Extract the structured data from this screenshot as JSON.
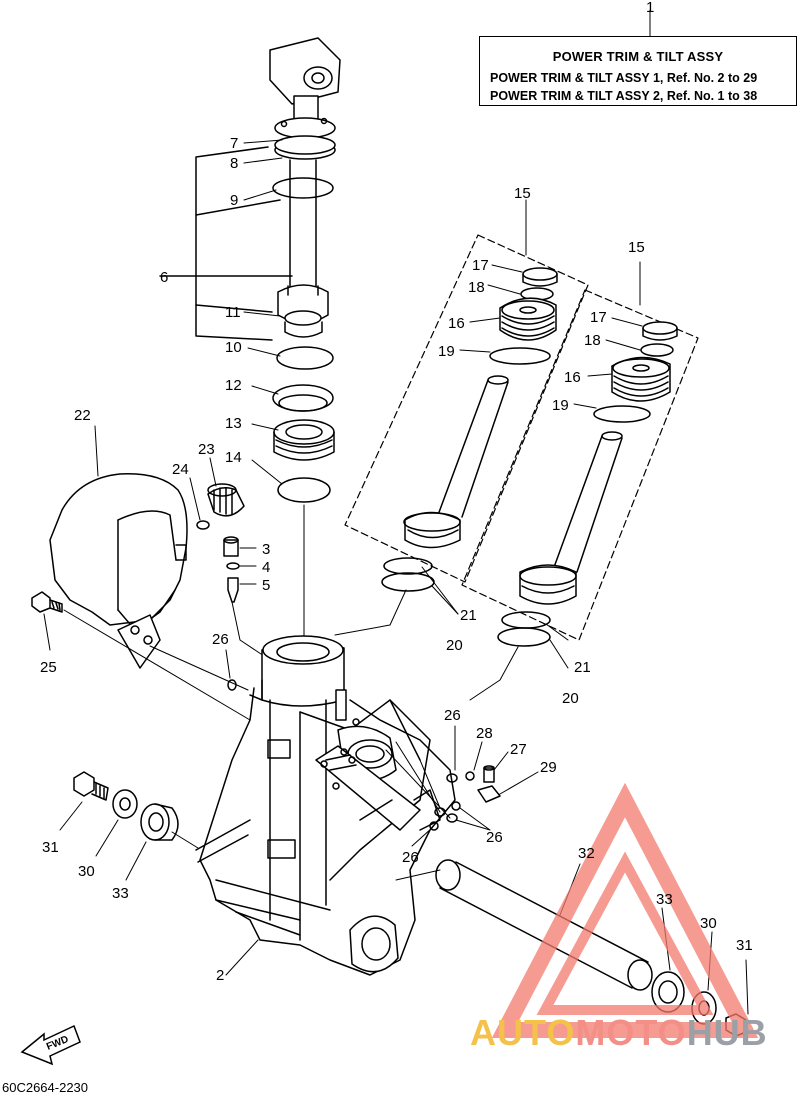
{
  "assembly_title": "POWER TRIM   & TILT ASSY",
  "assembly_lines": [
    "POWER TRIM & TILT ASSY 1,   Ref. No. 2 to 29",
    "POWER TRIM & TILT ASSY 2,   Ref. No. 1 to 38"
  ],
  "drawing_code": "60C2664-2230",
  "fwd_label": "FWD",
  "watermark": {
    "part1": "AUTO",
    "part2": "MOTO",
    "part3": "HUB",
    "colors": [
      "#f4c14a",
      "#f38f86",
      "#9aa0a6"
    ]
  },
  "callouts": {
    "c1": "1",
    "c2": "2",
    "c3": "3",
    "c4": "4",
    "c5": "5",
    "c6": "6",
    "c7": "7",
    "c8": "8",
    "c9": "9",
    "c10": "10",
    "c11": "11",
    "c12": "12",
    "c13": "13",
    "c14": "14",
    "c15a": "15",
    "c15b": "15",
    "c16a": "16",
    "c16b": "16",
    "c17a": "17",
    "c17b": "17",
    "c18a": "18",
    "c18b": "18",
    "c19a": "19",
    "c19b": "19",
    "c20a": "20",
    "c20b": "20",
    "c21a": "21",
    "c21b": "21",
    "c22": "22",
    "c23": "23",
    "c24": "24",
    "c25": "25",
    "c26a": "26",
    "c26b": "26",
    "c26c": "26",
    "c26d": "26",
    "c27": "27",
    "c28": "28",
    "c29": "29",
    "c30a": "30",
    "c30b": "30",
    "c31a": "31",
    "c31b": "31",
    "c32": "32",
    "c33a": "33",
    "c33b": "33"
  }
}
